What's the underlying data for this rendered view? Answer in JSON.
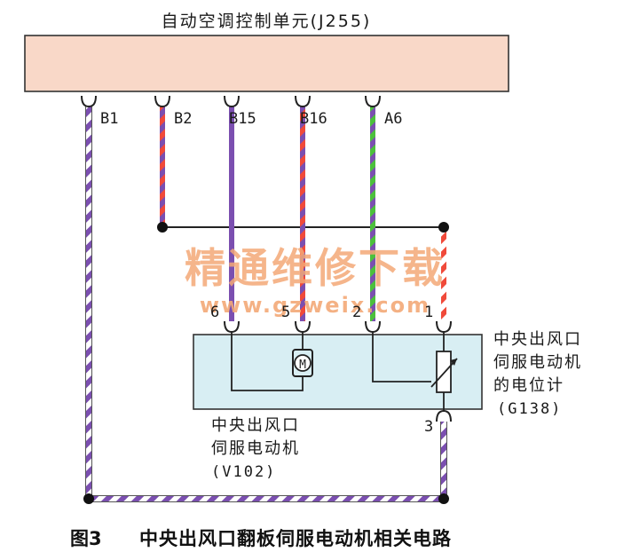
{
  "controller": {
    "title": "自动空调控制单元(J255)"
  },
  "controller_pins": [
    {
      "label": "B1",
      "stripe": [
        "#7b4fb0",
        "#ffffff"
      ]
    },
    {
      "label": "B2",
      "stripe": [
        "#7b4fb0",
        "#f04a3a"
      ]
    },
    {
      "label": "B15",
      "stripe": [
        "#7b4fb0",
        "#7b4fb0"
      ]
    },
    {
      "label": "B16",
      "stripe": [
        "#7b4fb0",
        "#f04a3a"
      ]
    },
    {
      "label": "A6",
      "stripe": [
        "#7b4fb0",
        "#4cc03c"
      ]
    }
  ],
  "component_pins": [
    {
      "label": "6"
    },
    {
      "label": "5"
    },
    {
      "label": "2"
    },
    {
      "label": "1"
    },
    {
      "label": "3"
    }
  ],
  "motor": {
    "symbol": "M",
    "name_lines": [
      "中央出风口",
      "伺服电动机",
      "(V102)"
    ]
  },
  "potentiometer": {
    "name_lines": [
      "中央出风口",
      "伺服电动机",
      "的电位计",
      "(G138)"
    ]
  },
  "watermark": {
    "title": "精通维修下载",
    "url": "www.gzweix.com"
  },
  "caption": {
    "figure": "图3",
    "text": "中央出风口翻板伺服电动机相关电路"
  },
  "colors": {
    "controller_fill": "#f9d8c8",
    "module_fill": "#d8eef3",
    "wire_purple": "#7b4fb0",
    "wire_red": "#f04a3a",
    "wire_green": "#4cc03c",
    "watermark": "#f3a877"
  }
}
